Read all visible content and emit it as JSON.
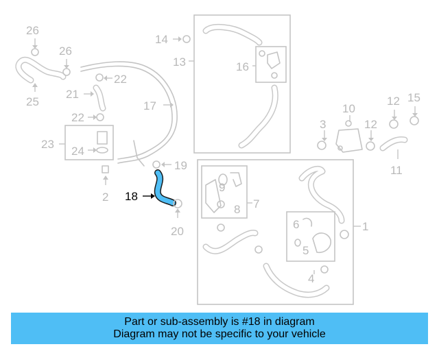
{
  "callouts": {
    "n1": "1",
    "n2": "2",
    "n3": "3",
    "n4": "4",
    "n5": "5",
    "n6": "6",
    "n7": "7",
    "n8": "8",
    "n9": "9",
    "n10": "10",
    "n11": "11",
    "n12a": "12",
    "n12b": "12",
    "n13": "13",
    "n14": "14",
    "n15": "15",
    "n16": "16",
    "n17": "17",
    "n18": "18",
    "n19": "19",
    "n20": "20",
    "n21": "21",
    "n22a": "22",
    "n22b": "22",
    "n23": "23",
    "n24": "24",
    "n25": "25",
    "n26a": "26",
    "n26b": "26"
  },
  "highlight": {
    "part_number": "18",
    "color": "#4fbef5"
  },
  "banner": {
    "line1": "Part or sub-assembly is #18 in diagram",
    "line2": "Diagram may not be specific to your vehicle",
    "color": "#4fbef5"
  }
}
